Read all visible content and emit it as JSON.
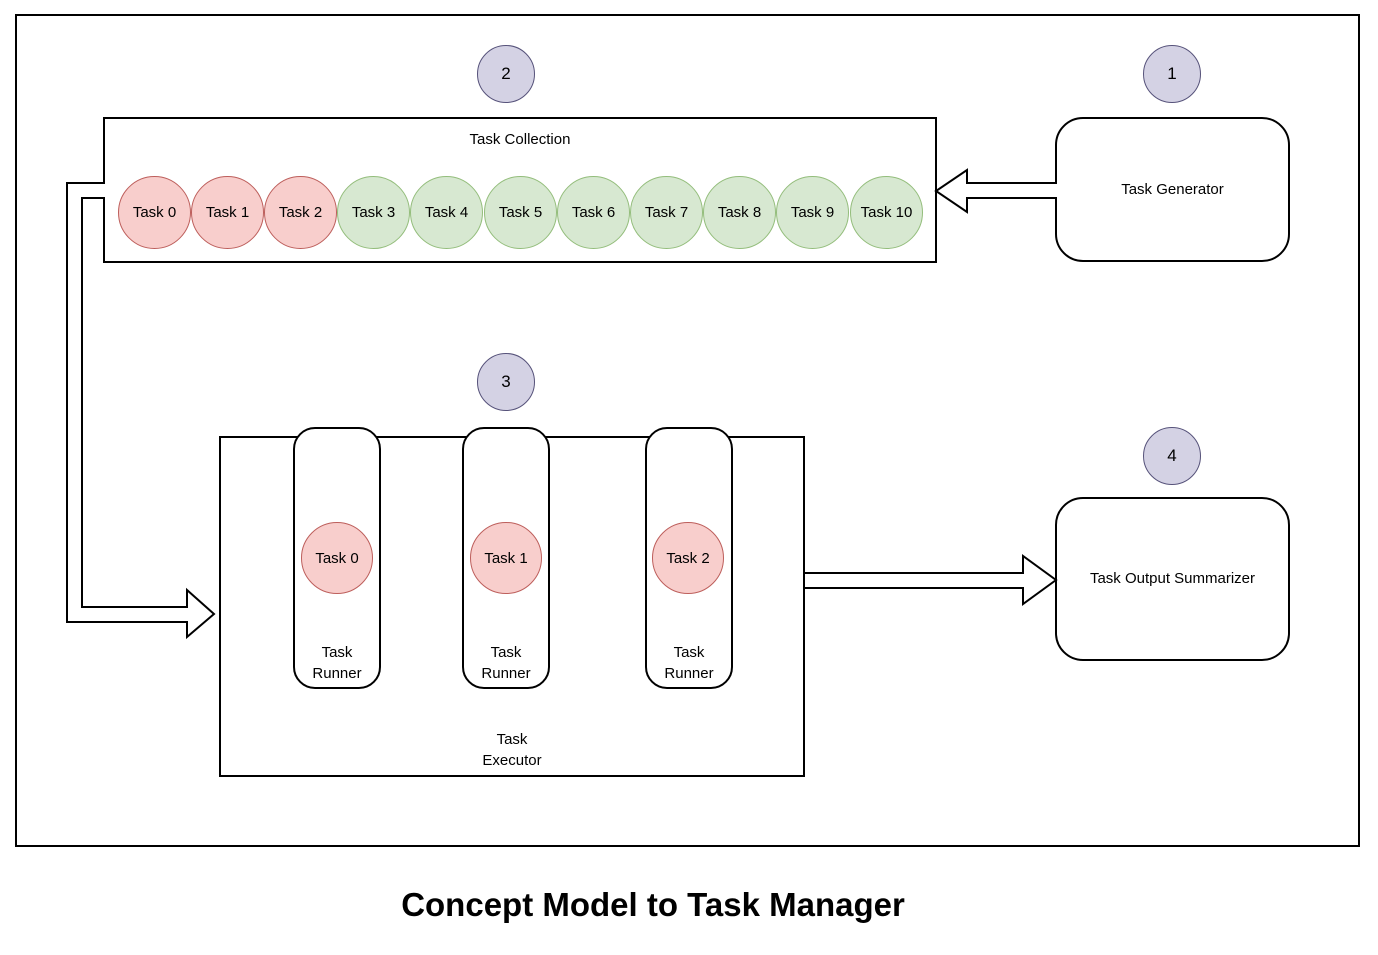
{
  "title": "Concept Model to Task Manager",
  "badges": [
    {
      "label": "1"
    },
    {
      "label": "2"
    },
    {
      "label": "3"
    },
    {
      "label": "4"
    }
  ],
  "task_generator": {
    "label": "Task Generator"
  },
  "task_collection": {
    "label": "Task Collection",
    "tasks": [
      {
        "label": "Task 0",
        "state": "in-progress"
      },
      {
        "label": "Task 1",
        "state": "in-progress"
      },
      {
        "label": "Task 2",
        "state": "in-progress"
      },
      {
        "label": "Task 3",
        "state": "pending"
      },
      {
        "label": "Task 4",
        "state": "pending"
      },
      {
        "label": "Task 5",
        "state": "pending"
      },
      {
        "label": "Task 6",
        "state": "pending"
      },
      {
        "label": "Task 7",
        "state": "pending"
      },
      {
        "label": "Task 8",
        "state": "pending"
      },
      {
        "label": "Task 9",
        "state": "pending"
      },
      {
        "label": "Task 10",
        "state": "pending"
      }
    ]
  },
  "task_executor": {
    "label": "Task Executor",
    "runners": [
      {
        "label": "Task Runner",
        "task": "Task 0",
        "state": "in-progress"
      },
      {
        "label": "Task Runner",
        "task": "Task 1",
        "state": "in-progress"
      },
      {
        "label": "Task Runner",
        "task": "Task 2",
        "state": "in-progress"
      }
    ]
  },
  "task_output_summarizer": {
    "label": "Task Output Summarizer"
  },
  "colors": {
    "in_progress_fill": "#f8cecc",
    "in_progress_stroke": "#bd5e5b",
    "pending_fill": "#d7e8d1",
    "pending_stroke": "#93bd7b",
    "badge_fill": "#d4d2e4",
    "badge_stroke": "#56527a"
  }
}
